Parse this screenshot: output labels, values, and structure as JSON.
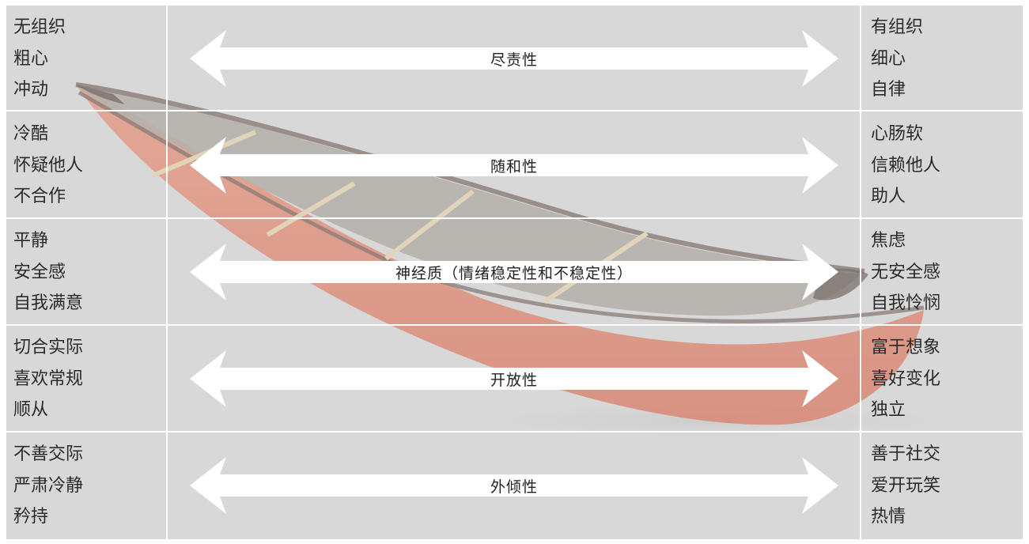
{
  "rows": [
    {
      "trait": "尽责性",
      "left": [
        "无组织",
        "粗心",
        "冲动"
      ],
      "right": [
        "有组织",
        "细心",
        "自律"
      ]
    },
    {
      "trait": "随和性",
      "left": [
        "冷酷",
        "怀疑他人",
        "不合作"
      ],
      "right": [
        "心肠软",
        "信赖他人",
        "助人"
      ]
    },
    {
      "trait": "神经质（情绪稳定性和不稳定性）",
      "left": [
        "平静",
        "安全感",
        "自我满意"
      ],
      "right": [
        "焦虑",
        "无安全感",
        "自我怜悯"
      ]
    },
    {
      "trait": "开放性",
      "left": [
        "切合实际",
        "喜欢常规",
        "顺从"
      ],
      "right": [
        "富于想象",
        "喜好变化",
        "独立"
      ]
    },
    {
      "trait": "外倾性",
      "left": [
        "不善交际",
        "严肃冷静",
        "矜持"
      ],
      "right": [
        "善于社交",
        "爱开玩笑",
        "热情"
      ]
    }
  ],
  "colors": {
    "background": "#d9d9d9",
    "divider": "#ffffff",
    "arrow": "#ffffff",
    "canoe_hull": "#e8826a",
    "canoe_interior": "#a9a39c"
  },
  "image": {
    "subject": "canoe"
  }
}
